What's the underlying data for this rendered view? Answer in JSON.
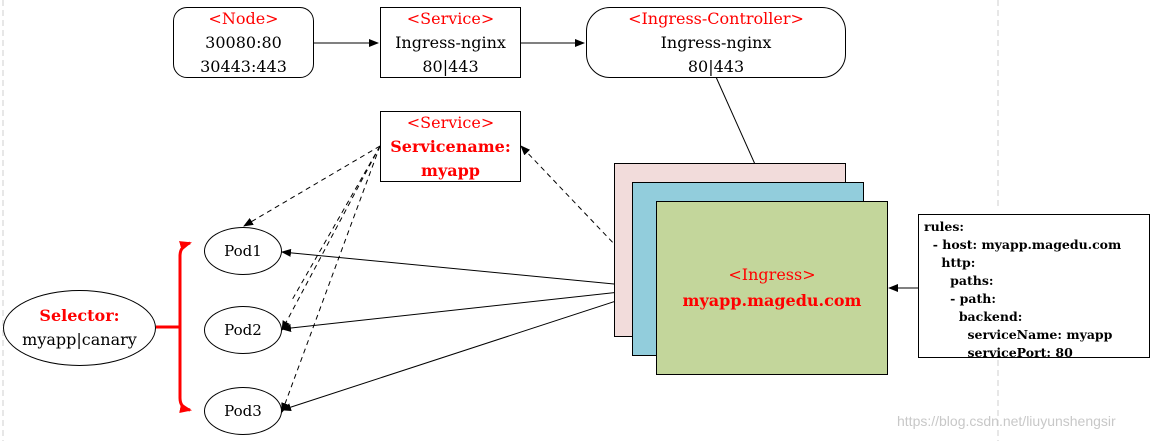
{
  "node": {
    "title": "<Node>",
    "line1": "30080:80",
    "line2": "30443:443"
  },
  "service_top": {
    "title": "<Service>",
    "line1": "Ingress-nginx",
    "line2": "80|443"
  },
  "ingress_controller": {
    "title": "<Ingress-Controller>",
    "line1": "Ingress-nginx",
    "line2": "80|443"
  },
  "service_mid": {
    "title": "<Service>",
    "line1": "Servicename:",
    "line2": "myapp"
  },
  "ingress": {
    "title": "<Ingress>",
    "host": "myapp.magedu.com"
  },
  "pods": [
    "Pod1",
    "Pod2",
    "Pod3"
  ],
  "selector": {
    "title": "Selector:",
    "value": "myapp|canary"
  },
  "rules": [
    "rules:",
    "  - host: myapp.magedu.com",
    "    http:",
    "      paths:",
    "      - path:",
    "        backend:",
    "          serviceName: myapp",
    "          servicePort: 80"
  ],
  "watermark": "https://blog.csdn.net/liuyunshengsir",
  "colors": {
    "accent_red": "#ff0000",
    "card_pink": "#f2dcdb",
    "card_blue": "#92cddc",
    "card_green": "#c3d69b"
  }
}
